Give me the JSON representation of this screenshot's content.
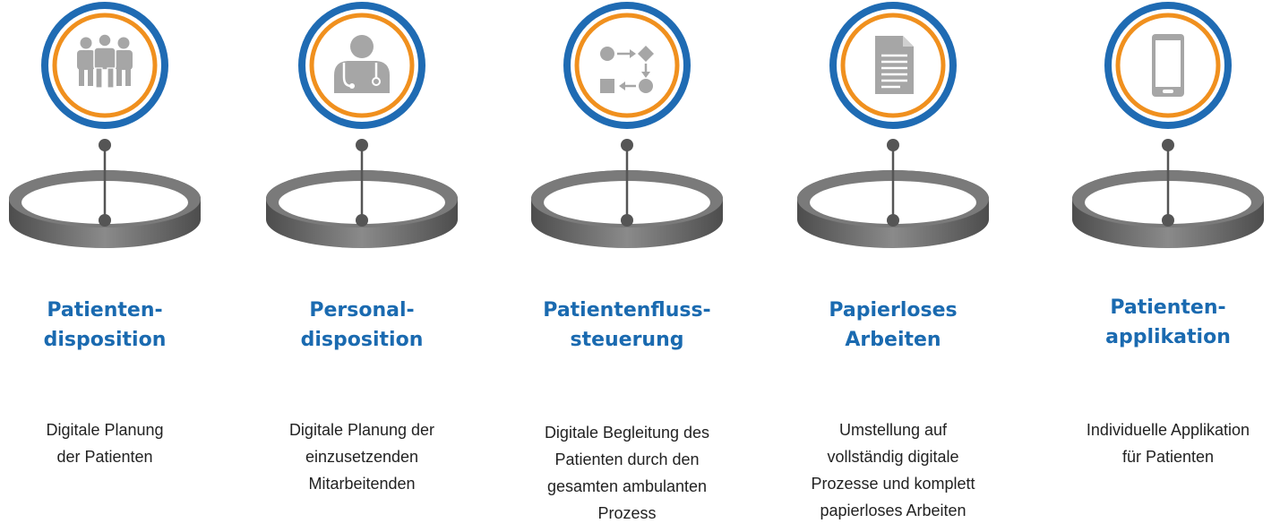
{
  "colors": {
    "outer_ring": "#1f6bb3",
    "inner_ring": "#f0901e",
    "icon": "#a6a6a6",
    "ring_base": "#6d6d6d",
    "connector": "#555555",
    "title": "#1a6ab0",
    "text": "#222222"
  },
  "items": [
    {
      "icon": "people-group-icon",
      "title": "Patienten-\ndisposition",
      "description": "Digitale Planung\nder Patienten"
    },
    {
      "icon": "doctor-icon",
      "title": "Personal-\ndisposition",
      "description": "Digitale Planung der\neinzusetzenden\nMitarbeitenden"
    },
    {
      "icon": "process-flow-icon",
      "title": "Patientenfluss-\nsteuerung",
      "description": "Digitale Begleitung des\nPatienten durch den\ngesamten ambulanten\nProzess"
    },
    {
      "icon": "document-icon",
      "title": "Papierloses\nArbeiten",
      "description": "Umstellung auf\nvollständig digitale\nProzesse und komplett\npapierloses Arbeiten"
    },
    {
      "icon": "smartphone-icon",
      "title": "Patienten-\napplikation",
      "description": "Individuelle Applikation\nfür Patienten"
    }
  ]
}
